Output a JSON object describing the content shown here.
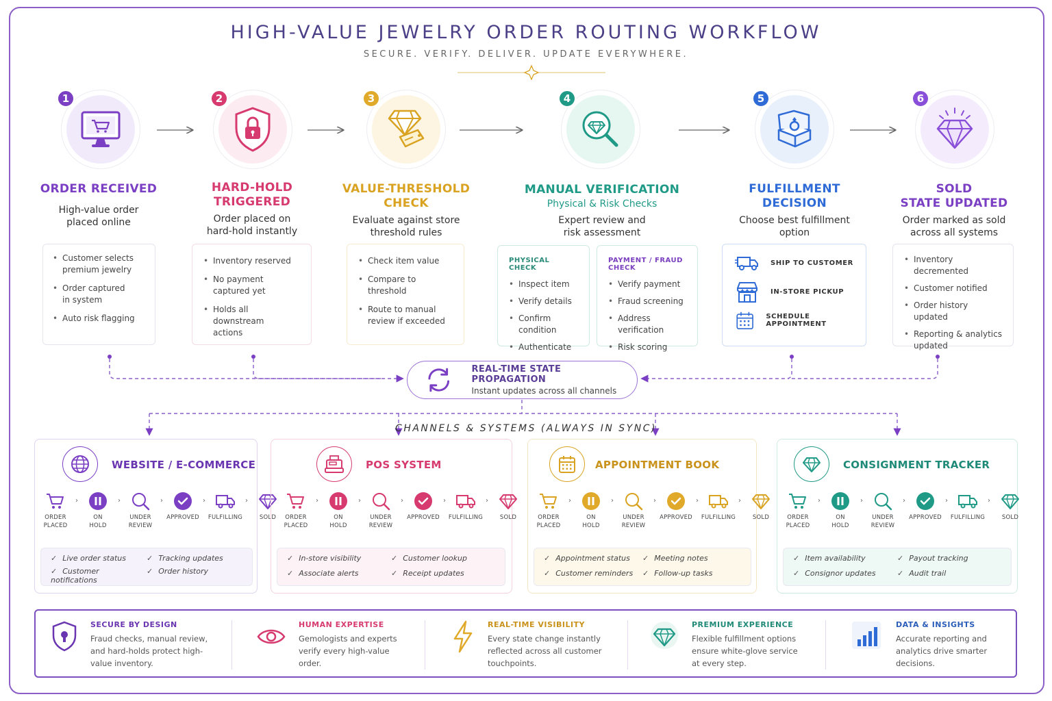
{
  "header": {
    "title": "HIGH-VALUE JEWELRY ORDER ROUTING WORKFLOW",
    "subtitle": "SECURE. VERIFY. DELIVER. UPDATE EVERYWHERE."
  },
  "colors": {
    "purple": "#7b3fc4",
    "pink": "#d63a6e",
    "gold": "#d9a321",
    "teal": "#1f9a86",
    "blue": "#2f6bd6",
    "violet": "#8a4fd8"
  },
  "steps": [
    {
      "num": "1",
      "icon": "computer-cart-icon",
      "title_lines": [
        "ORDER RECEIVED"
      ],
      "sub": [
        "High-value order",
        "placed online"
      ],
      "bullets": [
        [
          "Customer selects",
          "premium jewelry"
        ],
        [
          "Order captured",
          "in system"
        ],
        [
          "Auto risk flagging"
        ]
      ]
    },
    {
      "num": "2",
      "icon": "lock-shield-icon",
      "title_lines": [
        "HARD-HOLD",
        "TRIGGERED"
      ],
      "sub": [
        "Order placed on",
        "hard-hold instantly"
      ],
      "bullets": [
        [
          "Inventory reserved"
        ],
        [
          "No payment",
          "captured yet"
        ],
        [
          "Holds all downstream",
          "actions"
        ]
      ]
    },
    {
      "num": "3",
      "icon": "diamond-tag-icon",
      "title_lines": [
        "VALUE-THRESHOLD",
        "CHECK"
      ],
      "sub": [
        "Evaluate against store",
        "threshold rules"
      ],
      "bullets": [
        [
          "Check item value"
        ],
        [
          "Compare to",
          "threshold"
        ],
        [
          "Route to manual",
          "review if exceeded"
        ]
      ]
    },
    {
      "num": "4",
      "icon": "magnifier-diamond-icon",
      "title_lines": [
        "MANUAL VERIFICATION"
      ],
      "sub2": "Physical & Risk Checks",
      "sub": [
        "Expert review and",
        "risk assessment"
      ],
      "physical": {
        "title": "PHYSICAL CHECK",
        "items": [
          "Inspect item",
          "Verify details",
          "Confirm condition",
          "Authenticate"
        ]
      },
      "payment": {
        "title": "PAYMENT / FRAUD CHECK",
        "items": [
          "Verify payment",
          "Fraud screening",
          "Address verification",
          "Risk scoring"
        ]
      }
    },
    {
      "num": "5",
      "icon": "ring-box-icon",
      "title_lines": [
        "FULFILLMENT",
        "DECISION"
      ],
      "sub": [
        "Choose best fulfillment",
        "option"
      ],
      "options": [
        {
          "icon": "truck-icon",
          "label": "SHIP TO CUSTOMER"
        },
        {
          "icon": "store-icon",
          "label": "IN-STORE PICKUP"
        },
        {
          "icon": "calendar-icon",
          "label": "SCHEDULE APPOINTMENT"
        }
      ]
    },
    {
      "num": "6",
      "icon": "sparkle-diamond-icon",
      "title_lines": [
        "SOLD",
        "STATE UPDATED"
      ],
      "sub": [
        "Order marked as sold",
        "across all systems"
      ],
      "bullets": [
        [
          "Inventory decremented"
        ],
        [
          "Customer notified"
        ],
        [
          "Order history",
          "updated"
        ],
        [
          "Reporting & analytics",
          "updated"
        ]
      ]
    }
  ],
  "propagation": {
    "title": "REAL-TIME STATE PROPAGATION",
    "sub": "Instant updates across all channels"
  },
  "channels_label": "CHANNELS & SYSTEMS (ALWAYS IN SYNC)",
  "state_labels": [
    [
      "ORDER",
      "PLACED"
    ],
    [
      "ON",
      "HOLD"
    ],
    [
      "UNDER",
      "REVIEW"
    ],
    [
      "APPROVED"
    ],
    [
      "FULFILLING"
    ],
    [
      "SOLD"
    ]
  ],
  "channels": [
    {
      "title": "WEBSITE / E-COMMERCE",
      "icon": "globe-icon",
      "features": [
        "Live order status",
        "Tracking updates",
        "Customer notifications",
        "Order history"
      ]
    },
    {
      "title": "POS SYSTEM",
      "icon": "register-icon",
      "features": [
        "In-store visibility",
        "Customer lookup",
        "Associate alerts",
        "Receipt updates"
      ]
    },
    {
      "title": "APPOINTMENT BOOK",
      "icon": "calendar-icon",
      "features": [
        "Appointment status",
        "Meeting notes",
        "Customer reminders",
        "Follow-up tasks"
      ]
    },
    {
      "title": "CONSIGNMENT TRACKER",
      "icon": "diamond-icon",
      "features": [
        "Item availability",
        "Payout tracking",
        "Consignor updates",
        "Audit trail"
      ]
    }
  ],
  "pillars": [
    {
      "icon": "shield-lock-icon",
      "title": "SECURE BY DESIGN",
      "text": [
        "Fraud checks, manual review,",
        "and hard-holds protect high-",
        "value inventory."
      ]
    },
    {
      "icon": "eye-icon",
      "title": "HUMAN EXPERTISE",
      "text": [
        "Gemologists and experts",
        "verify every high-value",
        "order."
      ]
    },
    {
      "icon": "lightning-icon",
      "title": "REAL-TIME VISIBILITY",
      "text": [
        "Every state change instantly",
        "reflected across all customer",
        "touchpoints."
      ]
    },
    {
      "icon": "diamond-icon",
      "title": "PREMIUM EXPERIENCE",
      "text": [
        "Flexible fulfillment options",
        "ensure white-glove service",
        "at every step."
      ]
    },
    {
      "icon": "bar-chart-icon",
      "title": "DATA & INSIGHTS",
      "text": [
        "Accurate reporting and",
        "analytics drive smarter",
        "decisions."
      ]
    }
  ]
}
